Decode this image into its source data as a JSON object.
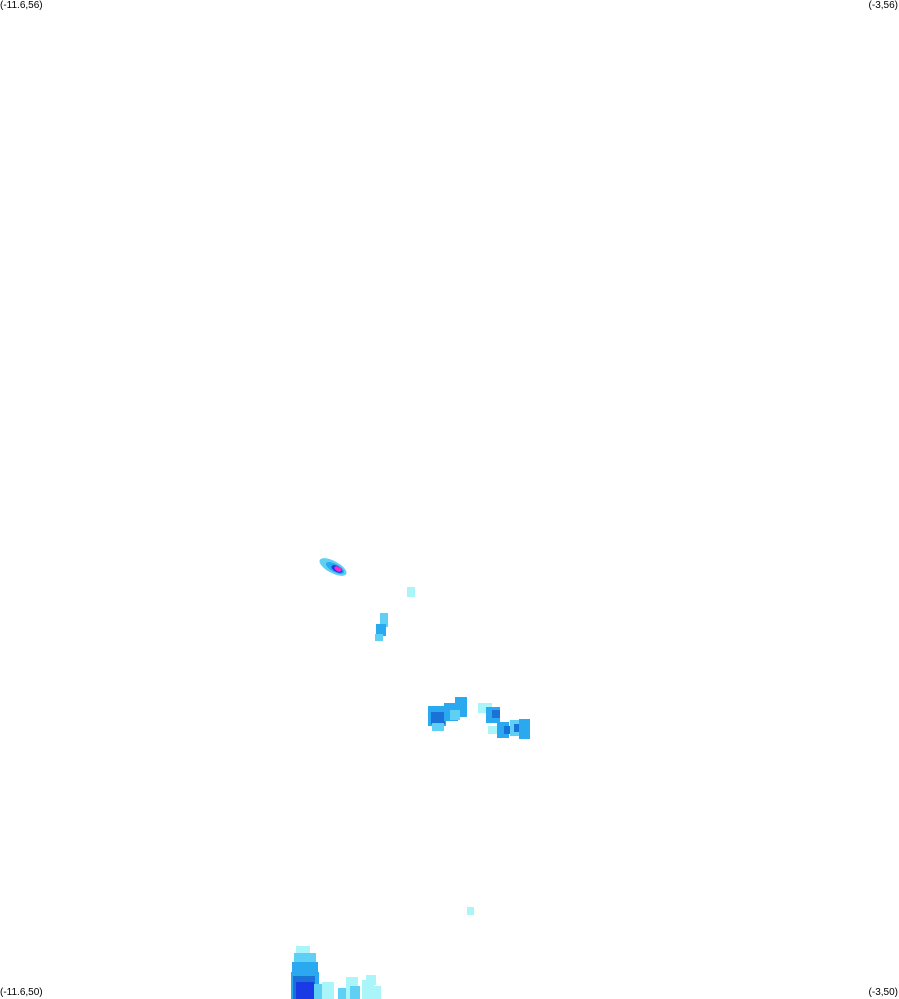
{
  "corner_labels": {
    "top_left": "(-11.6,56)",
    "top_right": "(-3,56)",
    "bottom_left": "(-11.6,50)",
    "bottom_right": "(-3,50)"
  },
  "map": {
    "lon_range": [
      -11.6,
      -3
    ],
    "lat_range": [
      50,
      56
    ],
    "colors": {
      "level1": "#aaf5fa",
      "level2": "#5ed0f5",
      "level3": "#2aa8f0",
      "level4": "#1a72d8",
      "level5": "#1a3ae6",
      "level6": "#ff28c8"
    }
  }
}
